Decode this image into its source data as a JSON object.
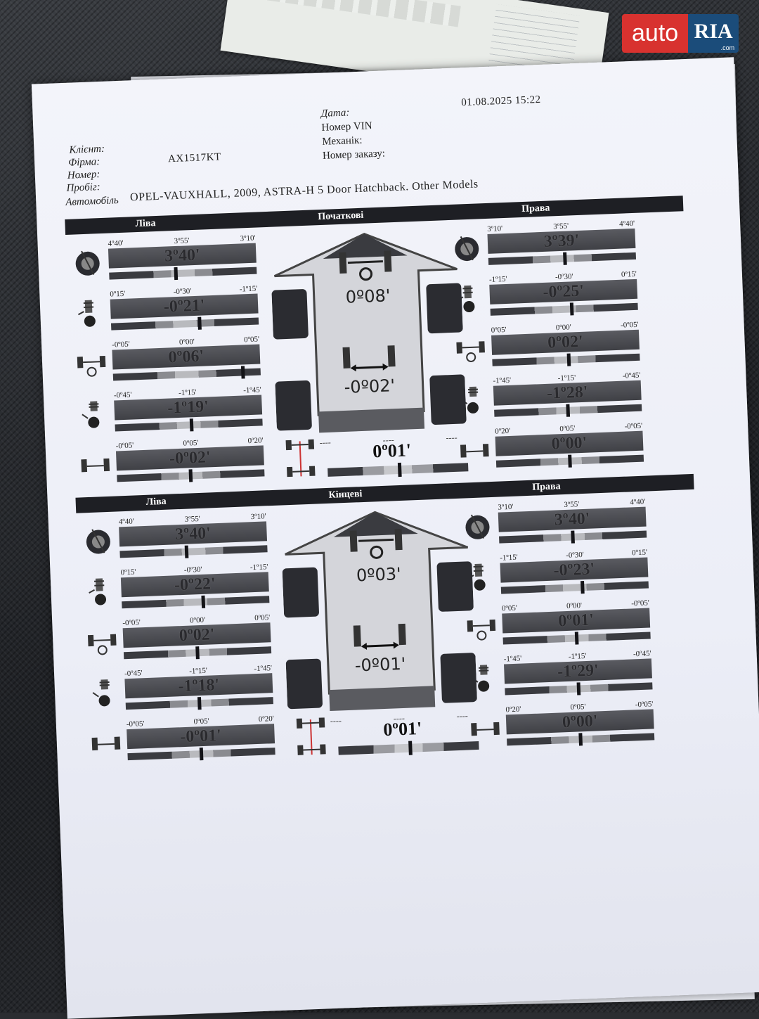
{
  "watermark": {
    "auto": "auto",
    "ria": "RIA",
    "com": ".com"
  },
  "header": {
    "date_label": "Дата:",
    "datetime": "01.08.2025 15:22",
    "vin_label": "Номер VIN",
    "mechanic_label": "Механік:",
    "order_label": "Номер заказу:",
    "client_label": "Клієнт:",
    "firm_label": "Фірма:",
    "number_label": "Номер:",
    "plate": "AX1517KT",
    "mileage_label": "Пробіг:",
    "car_label": "Автомобіль",
    "car_model": "OPEL-VAUXHALL, 2009, ASTRA-H 5 Door Hatchback. Other Models"
  },
  "sections": [
    {
      "title": "Початкові",
      "left_title": "Ліва",
      "right_title": "Права",
      "front_total": "0º08'",
      "rear_total": "-0º02'",
      "thrust": "0º01'",
      "left": [
        {
          "ticks": [
            "4º40'",
            "3º55'",
            "3º10'"
          ],
          "value": "3º40'",
          "pos": 0.45,
          "icon": "caster-icon"
        },
        {
          "ticks": [
            "0º15'",
            "-0º30'",
            "-1º15'"
          ],
          "value": "-0º21'",
          "pos": 0.6,
          "icon": "camber-icon"
        },
        {
          "ticks": [
            "-0º05'",
            "0º00'",
            "0º05'"
          ],
          "value": "0º06'",
          "pos": 0.88,
          "icon": "toe-icon"
        },
        {
          "ticks": [
            "-0º45'",
            "-1º15'",
            "-1º45'"
          ],
          "value": "-1º19'",
          "pos": 0.52,
          "icon": "rear-camber-icon"
        },
        {
          "ticks": [
            "-0º05'",
            "0º05'",
            "0º20'"
          ],
          "value": "-0º02'",
          "pos": 0.5,
          "icon": "rear-toe-icon"
        }
      ],
      "right": [
        {
          "ticks": [
            "3º10'",
            "3º55'",
            "4º40'"
          ],
          "value": "3º39'",
          "pos": 0.52,
          "icon": "caster-icon"
        },
        {
          "ticks": [
            "-1º15'",
            "-0º30'",
            "0º15'"
          ],
          "value": "-0º25'",
          "pos": 0.55,
          "icon": "camber-icon"
        },
        {
          "ticks": [
            "0º05'",
            "0º00'",
            "-0º05'"
          ],
          "value": "0º02'",
          "pos": 0.52,
          "icon": "toe-icon"
        },
        {
          "ticks": [
            "-1º45'",
            "-1º15'",
            "-0º45'"
          ],
          "value": "-1º28'",
          "pos": 0.5,
          "icon": "rear-camber-icon"
        },
        {
          "ticks": [
            "0º20'",
            "0º05'",
            "-0º05'"
          ],
          "value": "0º00'",
          "pos": 0.5,
          "icon": "rear-toe-icon"
        }
      ]
    },
    {
      "title": "Кінцеві",
      "left_title": "Ліва",
      "right_title": "Права",
      "front_total": "0º03'",
      "rear_total": "-0º01'",
      "thrust": "0º01'",
      "left": [
        {
          "ticks": [
            "4º40'",
            "3º55'",
            "3º10'"
          ],
          "value": "3º40'",
          "pos": 0.45,
          "icon": "caster-icon"
        },
        {
          "ticks": [
            "0º15'",
            "-0º30'",
            "-1º15'"
          ],
          "value": "-0º22'",
          "pos": 0.55,
          "icon": "camber-icon"
        },
        {
          "ticks": [
            "-0º05'",
            "0º00'",
            "0º05'"
          ],
          "value": "0º02'",
          "pos": 0.5,
          "icon": "toe-icon"
        },
        {
          "ticks": [
            "-0º45'",
            "-1º15'",
            "-1º45'"
          ],
          "value": "-1º18'",
          "pos": 0.5,
          "icon": "rear-camber-icon"
        },
        {
          "ticks": [
            "-0º05'",
            "0º05'",
            "0º20'"
          ],
          "value": "-0º01'",
          "pos": 0.5,
          "icon": "rear-toe-icon"
        }
      ],
      "right": [
        {
          "ticks": [
            "3º10'",
            "3º55'",
            "4º40'"
          ],
          "value": "3º40'",
          "pos": 0.5,
          "icon": "caster-icon"
        },
        {
          "ticks": [
            "-1º15'",
            "-0º30'",
            "0º15'"
          ],
          "value": "-0º23'",
          "pos": 0.55,
          "icon": "camber-icon"
        },
        {
          "ticks": [
            "0º05'",
            "0º00'",
            "-0º05'"
          ],
          "value": "0º01'",
          "pos": 0.5,
          "icon": "toe-icon"
        },
        {
          "ticks": [
            "-1º45'",
            "-1º15'",
            "-0º45'"
          ],
          "value": "-1º29'",
          "pos": 0.5,
          "icon": "rear-camber-icon"
        },
        {
          "ticks": [
            "0º20'",
            "0º05'",
            "-0º05'"
          ],
          "value": "0º00'",
          "pos": 0.5,
          "icon": "rear-toe-icon"
        }
      ]
    }
  ],
  "dashes": "----"
}
